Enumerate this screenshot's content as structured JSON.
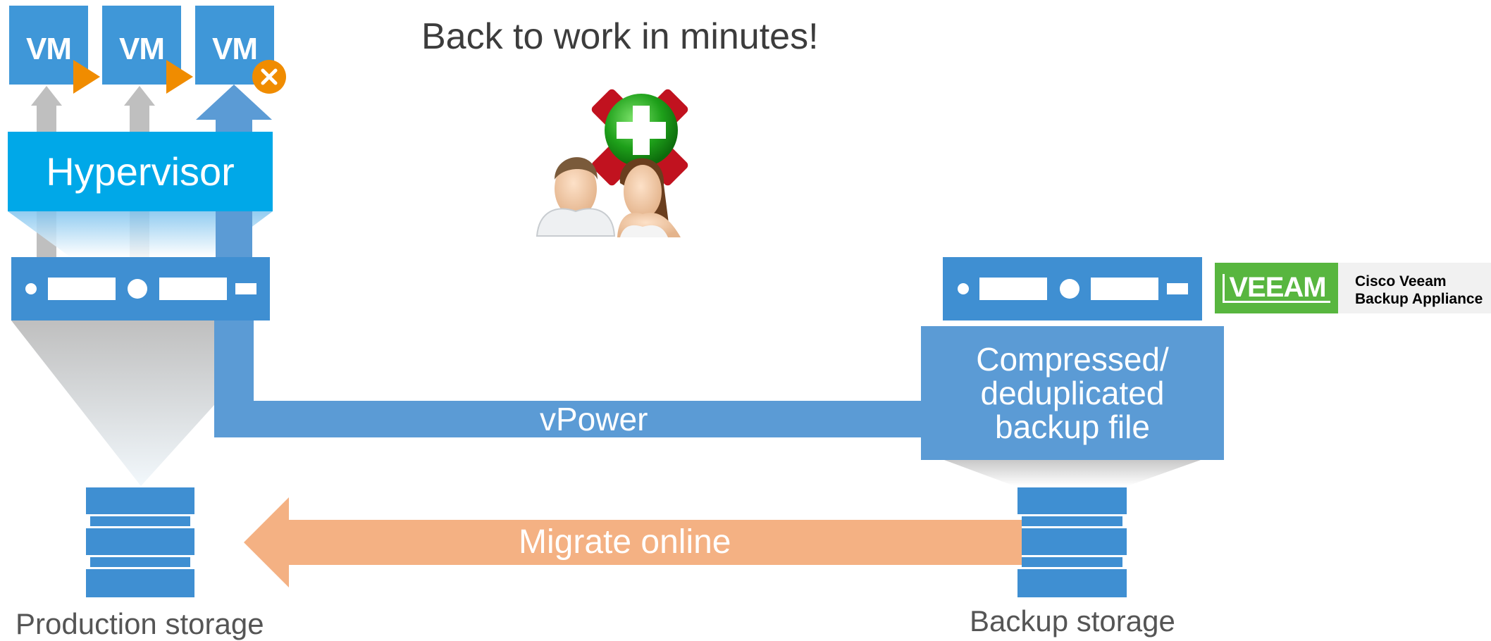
{
  "title": "Back to work in minutes!",
  "vms": [
    {
      "label": "VM",
      "status_icon": "play-icon",
      "status_color": "#f08c00"
    },
    {
      "label": "VM",
      "status_icon": "play-icon",
      "status_color": "#f08c00"
    },
    {
      "label": "VM",
      "status_icon": "close-icon",
      "status_color": "#f08c00"
    }
  ],
  "hypervisor": {
    "label": "Hypervisor"
  },
  "vpower": {
    "label": "vPower"
  },
  "backup_file": {
    "line1": "Compressed/",
    "line2": "deduplicated",
    "line3": "backup file"
  },
  "migrate": {
    "label": "Migrate online"
  },
  "production_storage": {
    "label": "Production storage"
  },
  "backup_storage": {
    "label": "Backup storage"
  },
  "veeam": {
    "logo_text": "VEEAM",
    "line1": "Cisco Veeam",
    "line2": "Backup Appliance"
  },
  "colors": {
    "vm": "#3f97d8",
    "hypervisor": "#00a8e8",
    "server": "#3f8fd2",
    "vpower": "#5b9bd5",
    "migrate": "#f4b183",
    "veeam_green": "#58b63f"
  }
}
